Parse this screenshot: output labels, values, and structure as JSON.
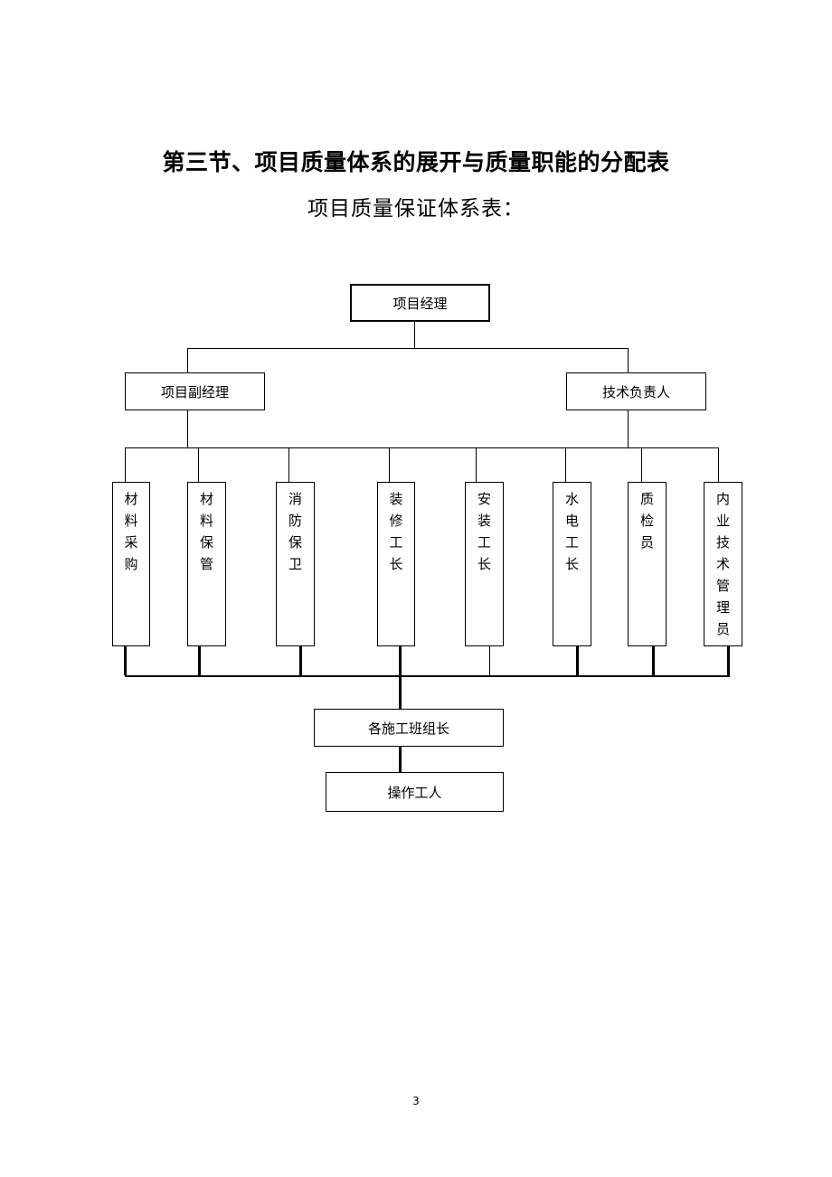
{
  "heading": {
    "section_title": "第三节、项目质量体系的展开与质量职能的分配表",
    "diagram_title": "项目质量保证体系表："
  },
  "org_chart": {
    "top": "项目经理",
    "second_level": [
      "项目副经理",
      "技术负责人"
    ],
    "departments": [
      "材料采购",
      "材料保管",
      "消防保卫",
      "装修工长",
      "安装工长",
      "水电工长",
      "质检员",
      "内业技术管理员"
    ],
    "team_leaders": "各施工班组长",
    "workers": "操作工人"
  },
  "footer": {
    "page_number": "3"
  }
}
